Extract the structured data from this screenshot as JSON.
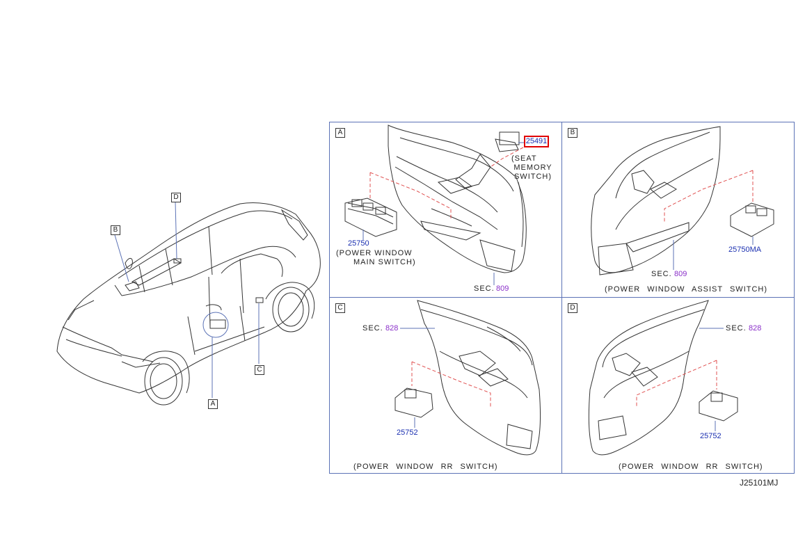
{
  "diagram": {
    "code": "J25101MJ",
    "car_callouts": {
      "a": "A",
      "b": "B",
      "c": "C",
      "d": "D"
    },
    "panel_a": {
      "tag": "A",
      "part_main": "25750",
      "part_main_desc1": "(POWER WINDOW",
      "part_main_desc2": "MAIN SWITCH)",
      "part_seat": "25491",
      "part_seat_desc1": "(SEAT",
      "part_seat_desc2": "MEMORY",
      "part_seat_desc3": "SWITCH)",
      "sec_label": "SEC.",
      "sec_num": "809"
    },
    "panel_b": {
      "tag": "B",
      "part": "25750MA",
      "sec_label": "SEC.",
      "sec_num": "809",
      "desc": "(POWER WINDOW ASSIST SWITCH)"
    },
    "panel_c": {
      "tag": "C",
      "part": "25752",
      "sec_label": "SEC.",
      "sec_num": "828",
      "desc": "(POWER WINDOW RR SWITCH)"
    },
    "panel_d": {
      "tag": "D",
      "part": "25752",
      "sec_label": "SEC.",
      "sec_num": "828",
      "desc": "(POWER WINDOW RR SWITCH)"
    },
    "colors": {
      "line": "#333333",
      "frame": "#5b72b6",
      "part_no": "#1a2fb0",
      "sec_no": "#8a2fc9",
      "highlight": "#e00000",
      "dashed": "#e05050"
    }
  }
}
